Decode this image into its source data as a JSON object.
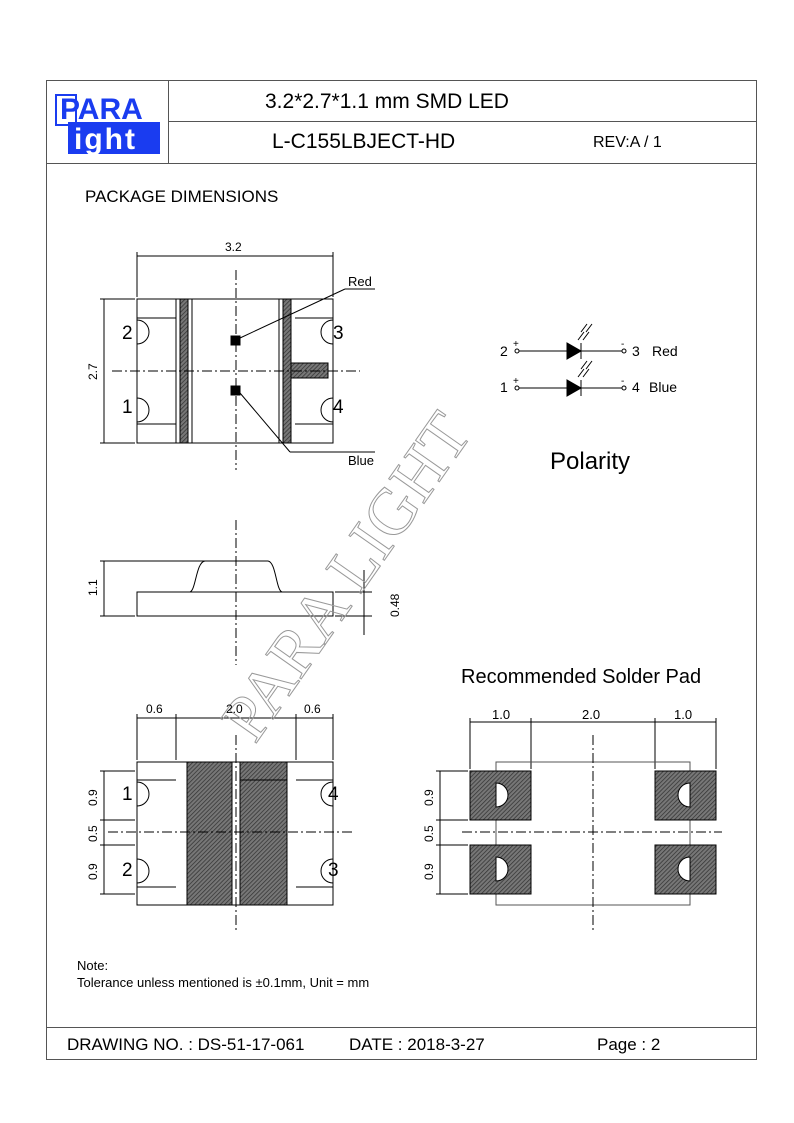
{
  "header": {
    "logo_text_top": "PARA",
    "logo_text_bottom": "ight",
    "title": "3.2*2.7*1.1 mm  SMD  LED",
    "part_number": "L-C155LBJECT-HD",
    "revision": "REV:A / 1"
  },
  "section_title": "PACKAGE DIMENSIONS",
  "top_view": {
    "width_dim": "3.2",
    "height_dim": "2.7",
    "label_red": "Red",
    "label_blue": "Blue",
    "pins": [
      "1",
      "2",
      "3",
      "4"
    ]
  },
  "side_view": {
    "height_dim": "1.1",
    "base_dim": "0.48"
  },
  "bottom_view": {
    "dims_top": [
      "0.6",
      "2.0",
      "0.6"
    ],
    "dims_side": [
      "0.9",
      "0.5",
      "0.9"
    ],
    "pins": [
      "1",
      "2",
      "3",
      "4"
    ]
  },
  "polarity": {
    "title": "Polarity",
    "rows": [
      {
        "anode": "2",
        "cathode": "3",
        "color": "Red"
      },
      {
        "anode": "1",
        "cathode": "4",
        "color": "Blue"
      }
    ],
    "plus": "+",
    "minus": "-"
  },
  "solder_pad": {
    "title": "Recommended Solder Pad",
    "dims_top": [
      "1.0",
      "2.0",
      "1.0"
    ],
    "dims_side": [
      "0.9",
      "0.5",
      "0.9"
    ]
  },
  "watermark": "PARA LIGHT",
  "note": {
    "label": "Note:",
    "text": "Tolerance unless mentioned is ±0.1mm, Unit = mm"
  },
  "footer": {
    "drawing_no": "DRAWING NO. : DS-51-17-061",
    "date": "DATE : 2018-3-27",
    "page": "Page : 2"
  },
  "colors": {
    "logo_blue": "#1a3cf0",
    "frame": "#555555",
    "hatch": "#444444"
  }
}
